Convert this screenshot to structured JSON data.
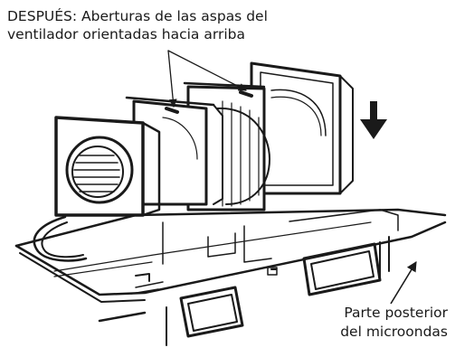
{
  "captions": {
    "after": {
      "line1": "DESPUÉS: Aberturas de las aspas del",
      "line2": "ventilador orientadas hacia arriba"
    },
    "rear": {
      "line1": "Parte posterior",
      "line2": "del microondas"
    }
  },
  "colors": {
    "ink": "#1a1a1a",
    "background": "#ffffff"
  },
  "icons": {
    "down_arrow": "down-arrow-icon",
    "leader_arrow": "leader-arrow-icon"
  }
}
